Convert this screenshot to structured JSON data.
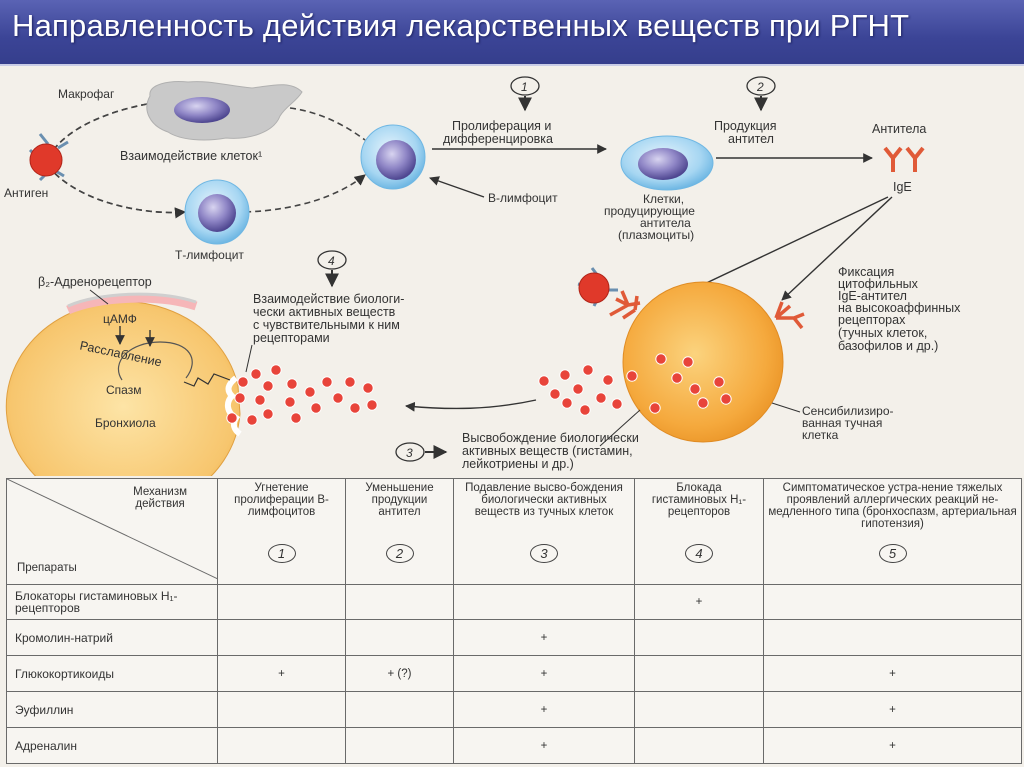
{
  "title": "Направленность действия лекарственных веществ при РГНТ",
  "diagram": {
    "macrophage": "Макрофаг",
    "antigen": "Антиген",
    "cell_interaction": "Взаимодействие клеток¹",
    "t_lymphocyte": "Т-лимфоцит",
    "b_lymphocyte": "В-лимфоцит",
    "step1": "1",
    "step2": "2",
    "step3": "3",
    "step4": "4",
    "proliferation": [
      "Пролиферация и",
      "дифференцировка"
    ],
    "antibody_production": [
      "Продукция",
      "антител"
    ],
    "antibodies": "Антитела",
    "ige": "IgE",
    "plasma_cells": [
      "Клетки,",
      "продуцирующие",
      "антитела",
      "(плазмоциты)"
    ],
    "b2_receptor": "β₂-Адренорецептор",
    "camp": "цАМФ",
    "relaxation": "Расслабление",
    "spasm": "Спазм",
    "bronchiole": "Бронхиола",
    "interaction": [
      "Взаимодействие биологи-",
      "чески активных веществ",
      "с чувствительными к ним",
      "рецепторами"
    ],
    "fixation": [
      "Фиксация",
      "цитофильных",
      "IgE-антител",
      "на высокоаффинных",
      "рецепторах",
      "(тучных клеток,",
      "базофилов и др.)"
    ],
    "mast_cell": [
      "Сенсибилизиро-",
      "ванная тучная",
      "клетка"
    ],
    "release": [
      "Высвобождение  биологически",
      "активных веществ (гистамин,",
      "лейкотриены и др.)"
    ]
  },
  "table": {
    "mechanism_label": [
      "Механизм",
      "действия"
    ],
    "drugs_label": "Препараты",
    "columns": [
      {
        "text": "Угнетение пролиферации В-лимфоцитов",
        "num": "1"
      },
      {
        "text": "Уменьшение продукции антител",
        "num": "2"
      },
      {
        "text": "Подавление высво-бождения биологически активных веществ из тучных клеток",
        "num": "3"
      },
      {
        "text": "Блокада гистаминовых H₁-рецепторов",
        "num": "4"
      },
      {
        "text": "Симптоматическое устра-нение тяжелых проявлений аллергических реакций не-медленного типа (бронхоспазм, артериальная гипотензия)",
        "num": "5"
      }
    ],
    "rows": [
      {
        "name": "Блокаторы гистаминовых H₁-рецепторов",
        "cells": [
          "",
          "",
          "",
          "+",
          ""
        ]
      },
      {
        "name": "Кромолин-натрий",
        "cells": [
          "",
          "",
          "+",
          "",
          ""
        ]
      },
      {
        "name": "Глюкокортикоиды",
        "cells": [
          "+",
          "+ (?)",
          "+",
          "",
          "+"
        ]
      },
      {
        "name": "Эуфиллин",
        "cells": [
          "",
          "",
          "+",
          "",
          "+"
        ]
      },
      {
        "name": "Адреналин",
        "cells": [
          "",
          "",
          "+",
          "",
          "+"
        ]
      }
    ]
  },
  "colors": {
    "title_bar": "#3b4496",
    "cell_blue": "#8cc8ec",
    "nucleus": "#7a70b8",
    "antigen_red": "#e0392a",
    "mast_cell_orange": "#f5a83c",
    "bronchiole_orange": "#f6c46a",
    "granule_red": "#e8443a"
  }
}
